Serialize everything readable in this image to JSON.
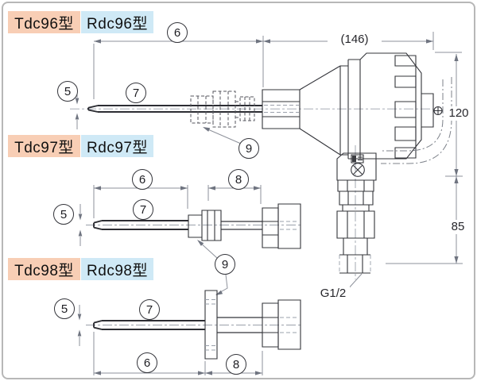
{
  "product_labels": {
    "tdc96": "Tdc96型",
    "rdc96": "Rdc96型",
    "tdc97": "Tdc97型",
    "rdc97": "Rdc97型",
    "tdc98": "Tdc98型",
    "rdc98": "Rdc98型"
  },
  "callouts": {
    "c5": "5",
    "c6": "6",
    "c7": "7",
    "c8": "8",
    "c9": "9"
  },
  "dimensions": {
    "overall_length": "(146)",
    "head_height": "120",
    "nipple_length": "85",
    "thread_size": "G1/2"
  },
  "colors": {
    "tdc_label_bg": "#f8ceb5",
    "rdc_label_bg": "#cfe9f6",
    "outline": "#33343a",
    "dim_line": "#8e929b"
  }
}
